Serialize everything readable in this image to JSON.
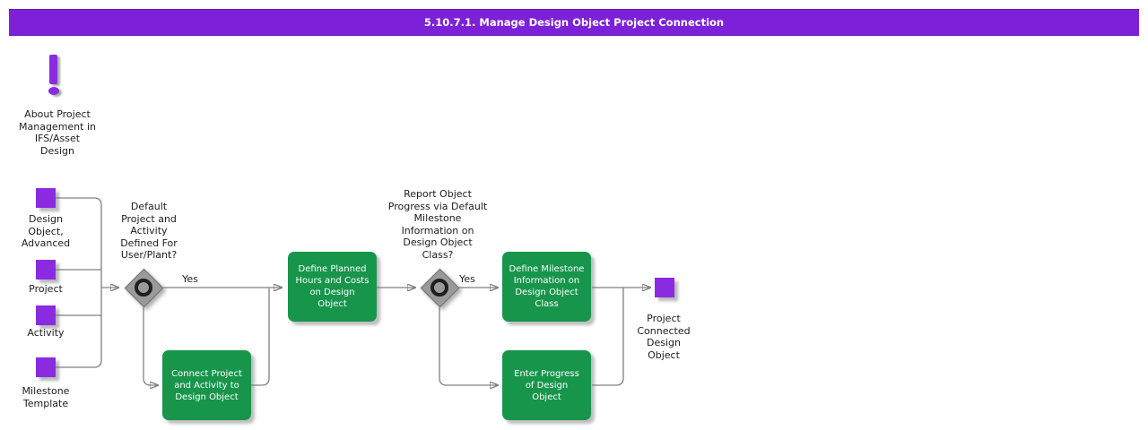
{
  "title_bar": {
    "title": "5.10.7.1. Manage Design Object Project Connection"
  },
  "colors": {
    "titlebar_bg": "#7C21D8",
    "node_purple": "#8A2BE2",
    "process_green": "#17954B",
    "connector_gray": "#808080",
    "decision_gray": "#9A9A9A"
  },
  "info": {
    "icon": "exclamation-icon",
    "label": "About Project\nManagement in\nIFS/Asset\nDesign"
  },
  "inputs": [
    {
      "label": "Design\nObject,\nAdvanced"
    },
    {
      "label": "Project"
    },
    {
      "label": "Activity"
    },
    {
      "label": "Milestone\nTemplate"
    }
  ],
  "decisions": [
    {
      "question": "Default\nProject and\nActivity\nDefined For\nUser/Plant?",
      "yes_label": "Yes"
    },
    {
      "question": "Report Object\nProgress via Default\nMilestone\nInformation on\nDesign Object\nClass?",
      "yes_label": "Yes"
    }
  ],
  "processes": [
    {
      "label": "Define Planned\nHours and Costs\non Design\nObject"
    },
    {
      "label": "Connect Project\nand Activity to\nDesign Object"
    },
    {
      "label": "Define Milestone\nInformation on\nDesign Object\nClass"
    },
    {
      "label": "Enter Progress\nof Design\nObject"
    }
  ],
  "output": {
    "label": "Project\nConnected\nDesign\nObject"
  }
}
